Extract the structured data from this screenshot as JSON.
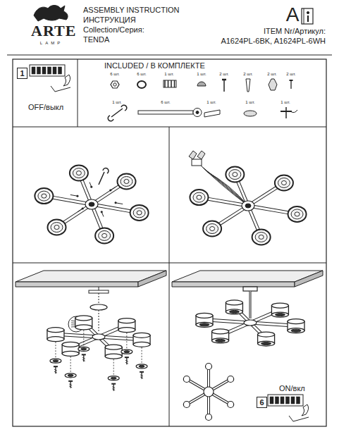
{
  "diagram": {
    "title": "ASSEMBLY INSTRUCTION",
    "nodes": [
      {
        "text": [
          "1"
        ]
      },
      {
        "text": [
          "6"
        ]
      }
    ],
    "labels": [
      "ARTE",
      "LAMP",
      "ИНСТРУКЦИЯ",
      "Collection/Серия:",
      "TENDA",
      "A",
      "ITEM Nr/Артикул:",
      "A1624PL-6BK, A1624PL-6WH",
      "OFF/выкл",
      "INCLUDED / В КОМПЛЕКТЕ",
      "6 шт.",
      "6 шт.",
      "1 шт.",
      "1 шт.",
      "2 шт.",
      "2 шт.",
      "2 шт.",
      "2 шт.",
      "1 шт.",
      "6 шт.",
      "1 шт.",
      "1 шт.",
      "1 шт.",
      "ON/вкл"
    ]
  }
}
